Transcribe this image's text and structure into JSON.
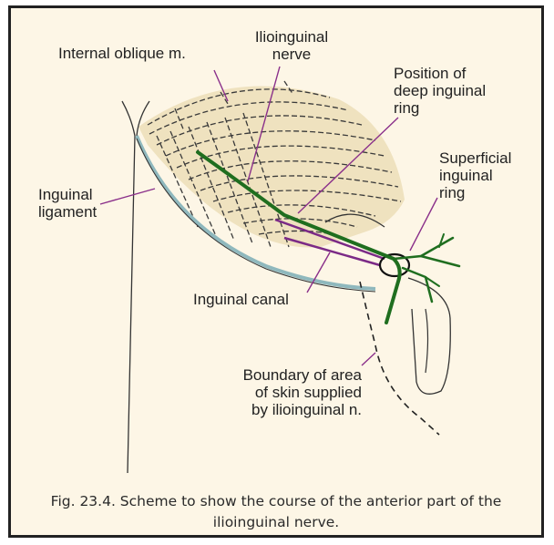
{
  "labels": {
    "internal_oblique": "Internal oblique m.",
    "ilioinguinal_nerve": "Ilioinguinal\nnerve",
    "deep_ring": "Position of\ndeep inguinal\nring",
    "superficial_ring": "Superficial\ninguinal\nring",
    "inguinal_ligament": "Inguinal\nligament",
    "inguinal_canal": "Inguinal canal",
    "boundary": "Boundary of area\nof skin supplied\nby ilioinguinal n."
  },
  "caption": "Fig. 23.4. Scheme to show the course of the anterior part of the ilioinguinal nerve.",
  "colors": {
    "background": "#fdf6e6",
    "muscle_fill": "#efe2bf",
    "muscle_hatch": "#3a3a3a",
    "nerve": "#1f6e1f",
    "leader": "#8a2f8a",
    "canal": "#7b2a86",
    "ligament": "#8fb8bd",
    "outline": "#333333"
  }
}
